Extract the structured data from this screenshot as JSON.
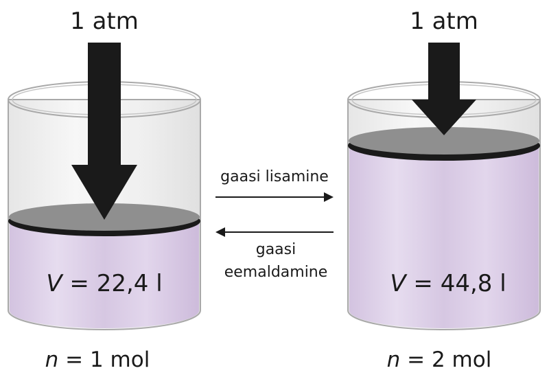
{
  "left_container": {
    "pressure_label": "1 atm",
    "volume_symbol": "V",
    "volume_rest": " = 22,4 l",
    "amount_symbol": "n",
    "amount_rest": " = 1 mol"
  },
  "right_container": {
    "pressure_label": "1 atm",
    "volume_symbol": "V",
    "volume_rest": " = 44,8 l",
    "amount_symbol": "n",
    "amount_rest": " = 2 mol"
  },
  "arrows": {
    "forward_label": "gaasi lisamine",
    "reverse_label_line1": "gaasi",
    "reverse_label_line2": "eemaldamine"
  },
  "colors": {
    "gas": "#dccfe6",
    "gas_highlight": "#ece4f2",
    "piston": "#8f8f8f",
    "arrow": "#1a1a1a",
    "glass_edge": "#a9a9a9"
  }
}
